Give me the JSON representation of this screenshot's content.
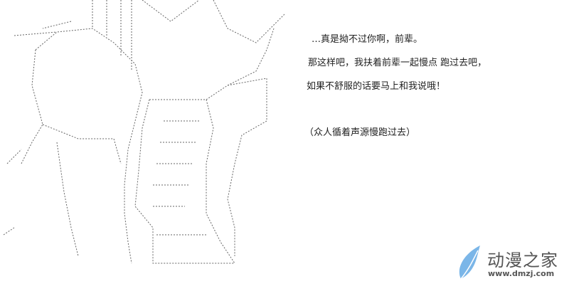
{
  "dialogue": [
    "…真是拗不过你啊，前辈。",
    "那这样吧，我扶着前辈一起慢点 跑过去吧，",
    "如果不舒服的话要马上和我说哦！",
    "（众人循着声源慢跑过去）"
  ],
  "watermark": {
    "name": "动漫之家",
    "url": "www.dmzj.com"
  }
}
